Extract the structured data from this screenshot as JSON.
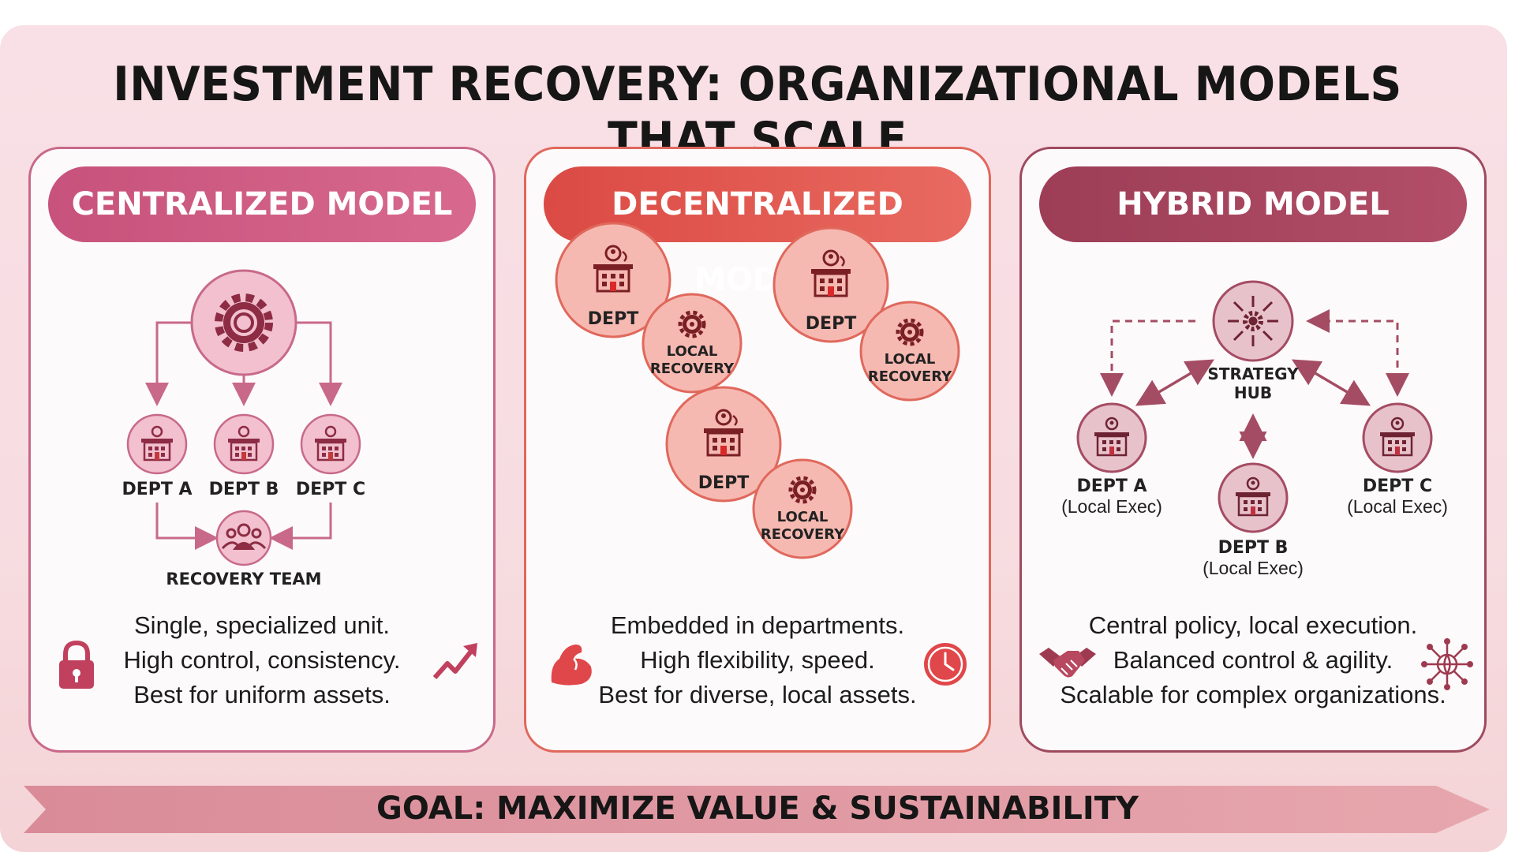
{
  "title": "INVESTMENT RECOVERY: ORGANIZATIONAL MODELS THAT SCALE",
  "colors": {
    "centralized": "#c8698a",
    "decentralized": "#e0685c",
    "hybrid": "#9e4a5f"
  },
  "centralized": {
    "header": "CENTRALIZED MODEL",
    "hub_icon": "gear-icon",
    "depts": [
      "DEPT A",
      "DEPT B",
      "DEPT C"
    ],
    "team": "RECOVERY TEAM",
    "desc": [
      "Single, specialized unit.",
      "High control, consistency.",
      "Best for uniform assets."
    ],
    "icons": [
      "lock-icon",
      "trend-up-icon"
    ]
  },
  "decentralized": {
    "header": "DECENTRALIZED MODEL",
    "units": [
      {
        "dept": "DEPT",
        "local": [
          "LOCAL",
          "RECOVERY"
        ]
      },
      {
        "dept": "DEPT",
        "local": [
          "LOCAL",
          "RECOVERY"
        ]
      },
      {
        "dept": "DEPT",
        "local": [
          "LOCAL",
          "RECOVERY"
        ]
      }
    ],
    "desc": [
      "Embedded in departments.",
      "High flexibility, speed.",
      "Best for diverse, local assets."
    ],
    "icons": [
      "muscle-icon",
      "clock-icon"
    ]
  },
  "hybrid": {
    "header": "HYBRID MODEL",
    "hub": [
      "STRATEGY",
      "HUB"
    ],
    "depts": [
      {
        "name": "DEPT A",
        "sub": "(Local Exec)"
      },
      {
        "name": "DEPT B",
        "sub": "(Local Exec)"
      },
      {
        "name": "DEPT C",
        "sub": "(Local Exec)"
      }
    ],
    "desc": [
      "Central policy, local execution.",
      "Balanced control & agility.",
      "Scalable for complex organizations."
    ],
    "icons": [
      "handshake-icon",
      "network-globe-icon"
    ]
  },
  "goal": "GOAL: MAXIMIZE VALUE & SUSTAINABILITY"
}
